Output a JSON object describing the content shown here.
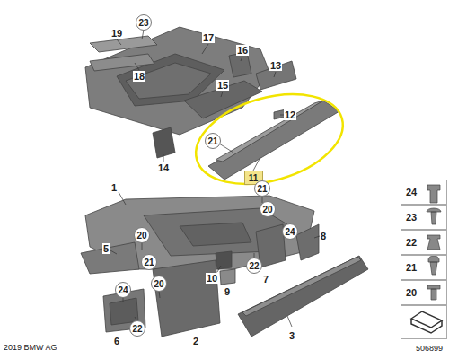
{
  "diagram": {
    "nodes": [
      {
        "text": [
          "23"
        ]
      },
      {
        "text": [
          "21"
        ]
      },
      {
        "text": [
          "11"
        ]
      },
      {
        "text": [
          "21"
        ]
      },
      {
        "text": [
          "20"
        ]
      },
      {
        "text": [
          "24"
        ]
      },
      {
        "text": [
          "20"
        ]
      },
      {
        "text": [
          "21"
        ]
      },
      {
        "text": [
          "22"
        ]
      },
      {
        "text": [
          "24"
        ]
      },
      {
        "text": [
          "20"
        ]
      },
      {
        "text": [
          "22"
        ]
      },
      {
        "text": [
          "24"
        ]
      },
      {
        "text": [
          "23"
        ]
      },
      {
        "text": [
          "22"
        ]
      },
      {
        "text": [
          "21"
        ]
      },
      {
        "text": [
          "20"
        ]
      }
    ],
    "labels": [
      "19",
      "18",
      "17",
      "16",
      "13",
      "15",
      "12",
      "14",
      "1",
      "5",
      "8",
      "10",
      "9",
      "7",
      "6",
      "2",
      "3",
      "2019 BMW AG",
      "506899"
    ]
  }
}
